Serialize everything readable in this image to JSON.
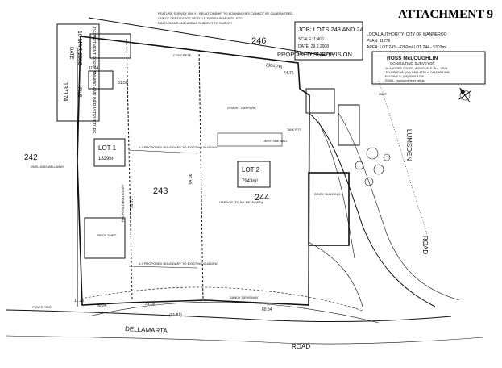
{
  "header": {
    "attachment": "ATTACHMENT 9"
  },
  "notes": {
    "line1": "FEATURE SURVEY ONLY - RELATIONSHIP TO BOUNDARIES CANNOT BE GUARANTEED.",
    "line2": "CHECK CERTIFICATE OF TITLE FOR EASEMENTS, ETC.",
    "line3": "DIMENSIONS AND AREAS SUBJECT TO SURVEY"
  },
  "title_block": {
    "job": "JOB: LOTS 243 AND 24",
    "scale": "SCALE: 1:400",
    "date": "DATE: 29.2.2008",
    "datum": "DATUM: ASSUMED",
    "authority": "LOCAL AUTHORITY: CITY OF WANNEROO",
    "plan": "PLAN: 11776",
    "area": "AREA: LOT 243 - 4260m²  LOT 244 - 5303m²"
  },
  "surveyor": {
    "name": "ROSS McLOUGHLIN",
    "role": "CONSULTING SURVEYOR",
    "address": "18 ANDREA COURT, WOODVALE  W.A.  6026",
    "telephone": "TELEPHONE: (08) 9309 4756 or 0419 953 998",
    "facsimile": "FACSIMILE: (08) 9309 4756",
    "email": "EMAIL: rmcsurv@iinet.net.au"
  },
  "stamp": {
    "dept": "DEPARTMENT FOR PLANNING AND INFRASTRUCTURE",
    "date": "10 MAR 2008",
    "date_label": "DATE",
    "file_label": "FILE",
    "file_no": "137174"
  },
  "map": {
    "lot_246": "246",
    "lot_242": "242",
    "lot_243": "243",
    "lot_244": "244",
    "proposed_subdivision": "PROPOSED SUBDIVISION",
    "lot1": {
      "title": "LOT 1",
      "area": "1829m²"
    },
    "lot2": {
      "title": "LOT 2",
      "area": "7943m²"
    },
    "lumsden_road": "LUMSDEN",
    "road_word": "ROAD",
    "dellamarta": "DELLAMARTA",
    "road_bottom": "ROAD",
    "bearing_top": "(304.76)",
    "bearing_bottom": "(31.81)",
    "dim_1134": "11.34",
    "dim_3150": "31.50",
    "dim_1125": "11.25",
    "dim_3152": "31.52",
    "dim_3054": "30.54",
    "dim_4476": "44.76",
    "dim_3973": "39.73",
    "dim_6054": "60.54",
    "dim_6456": "64.56",
    "setback_top": "6.3 PROPOSED BOUNDARY TO EXISTING BUILDING",
    "setback_bottom": "6.3 PROPOSED BOUNDARY TO EXISTING BUILDING",
    "proposed_boundary": "PROPOSED BOUNDARY",
    "concrete": "CONCRETE",
    "gravel_carpark": "GRAVEL CARPARK",
    "brick_building": "BRICK BUILDING",
    "brick_shed": "BRICK SHED",
    "garage": "GARAGE (TO BE RETAINED)",
    "sandy_driveway": "SANDY DRIVEWAY",
    "lot_242_note": "DWELLINGS WELL AWAY",
    "power_pole": "POWER POLE",
    "mast": "MAST",
    "tank_pits": "TANK PITS",
    "limestone_wall": "LIMESTONE WALL"
  }
}
